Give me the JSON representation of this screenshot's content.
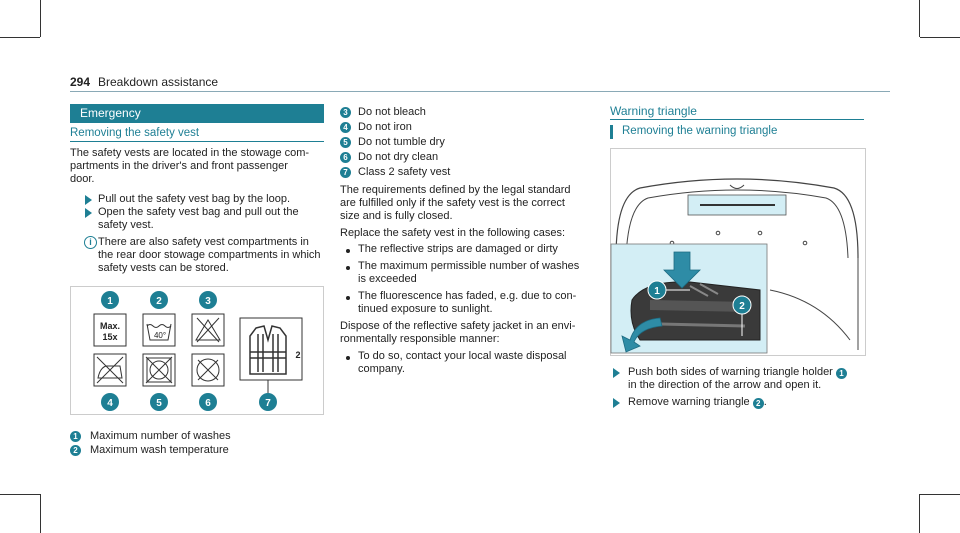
{
  "header": {
    "page_number": "294",
    "title": "Breakdown assistance"
  },
  "left": {
    "section": "Emergency",
    "subsection": "Removing the safety vest",
    "intro": [
      "The safety vests are located in the stowage com-",
      "partments in the driver's and front passenger",
      "door."
    ],
    "steps": [
      [
        "Pull out the safety vest bag by the loop."
      ],
      [
        "Open the safety vest bag and pull out the",
        "safety vest."
      ]
    ],
    "note": [
      "There are also safety vest compartments in",
      "the rear door stowage compartments in which",
      "safety vests can be stored."
    ],
    "symbols": {
      "max_wash": [
        "Max.",
        "15x"
      ],
      "temperature": "40°",
      "class_number": "2"
    },
    "legend": [
      {
        "n": "1",
        "text": "Maximum number of washes"
      },
      {
        "n": "2",
        "text": "Maximum wash temperature"
      }
    ],
    "badges": [
      "1",
      "2",
      "3",
      "4",
      "5",
      "6",
      "7"
    ]
  },
  "middle": {
    "legend": [
      {
        "n": "3",
        "text": "Do not bleach"
      },
      {
        "n": "4",
        "text": "Do not iron"
      },
      {
        "n": "5",
        "text": "Do not tumble dry"
      },
      {
        "n": "6",
        "text": "Do not dry clean"
      },
      {
        "n": "7",
        "text": "Class 2 safety vest"
      }
    ],
    "para1": [
      "The requirements defined by the legal standard",
      "are fulfilled only if the safety vest is the correct",
      "size and is fully closed."
    ],
    "para2": "Replace the safety vest in the following cases:",
    "bullets": [
      [
        "The reflective strips are damaged or dirty"
      ],
      [
        "The maximum permissible number of washes",
        "is exceeded"
      ],
      [
        "The fluorescence has faded, e.g. due to con-",
        "tinued exposure to sunlight."
      ]
    ],
    "para3": [
      "Dispose of the reflective safety jacket in an envi-",
      "ronmentally responsible manner:"
    ],
    "bullets2": [
      [
        "To do so, contact your local waste disposal",
        "company."
      ]
    ]
  },
  "right": {
    "section": "Warning triangle",
    "subsection": "Removing the warning triangle",
    "steps": [
      {
        "lines": [
          "Push both sides of warning triangle holder",
          "in the direction of the arrow and open it."
        ],
        "badge": "1"
      },
      {
        "lines": [
          "Remove warning triangle",
          "."
        ],
        "badge": "2"
      }
    ],
    "badges": [
      "1",
      "2"
    ]
  },
  "colors": {
    "accent": "#1e7f94",
    "highlight": "#d3eef5"
  }
}
